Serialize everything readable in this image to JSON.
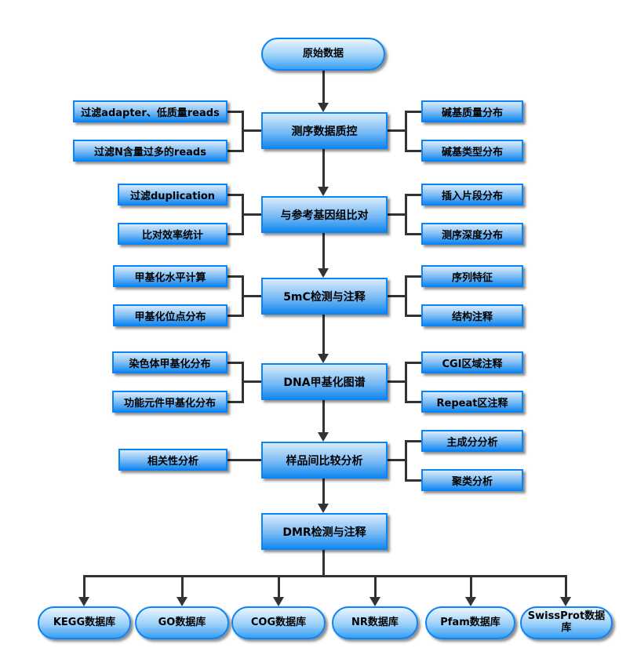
{
  "start": {
    "label": "原始数据"
  },
  "stages": [
    {
      "label": "测序数据质控",
      "left": [
        "过滤adapter、低质量reads",
        "过滤N含量过多的reads"
      ],
      "right": [
        "碱基质量分布",
        "碱基类型分布"
      ]
    },
    {
      "label": "与参考基因组比对",
      "left": [
        "过滤duplication",
        "比对效率统计"
      ],
      "right": [
        "插入片段分布",
        "测序深度分布"
      ]
    },
    {
      "label": "5mC检测与注释",
      "left": [
        "甲基化水平计算",
        "甲基化位点分布"
      ],
      "right": [
        "序列特征",
        "结构注释"
      ]
    },
    {
      "label": "DNA甲基化图谱",
      "left": [
        "染色体甲基化分布",
        "功能元件甲基化分布"
      ],
      "right": [
        "CGI区域注释",
        "Repeat区注释"
      ]
    },
    {
      "label": "样品间比较分析",
      "left": [
        "相关性分析"
      ],
      "right": [
        "主成分分析",
        "聚类分析"
      ]
    },
    {
      "label": "DMR检测与注释",
      "left": [],
      "right": []
    }
  ],
  "databases": [
    "KEGG数据库",
    "GO数据库",
    "COG数据库",
    "NR数据库",
    "Pfam数据库",
    "SwissProt数据库"
  ],
  "colors": {
    "node_border": "#0a84f6",
    "node_fill_top": "#d8ebfc",
    "node_fill_bottom": "#1589f0",
    "connector": "#333333"
  }
}
